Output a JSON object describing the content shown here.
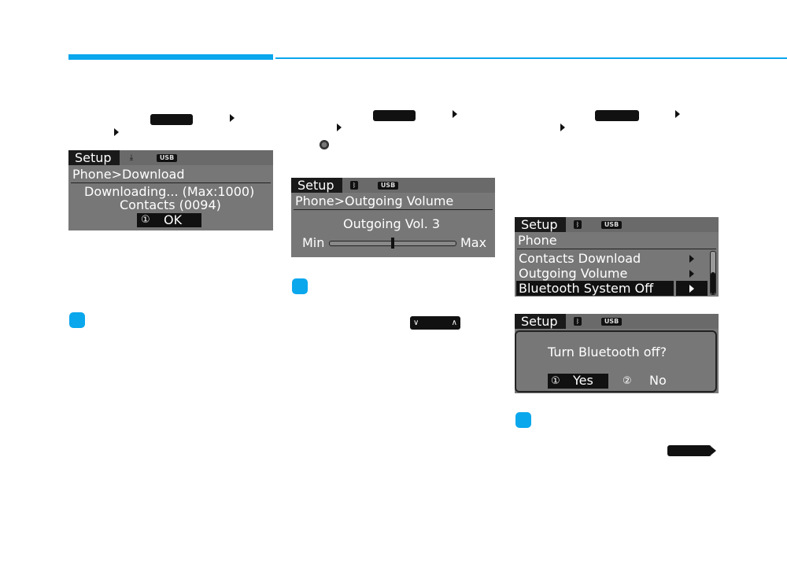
{
  "screen1": {
    "tab": "Setup",
    "usb": "USB",
    "path": "Phone>Download",
    "line1": "Downloading... (Max:1000)",
    "line2": "Contacts (0094)",
    "ok_num": "①",
    "ok_label": "OK"
  },
  "screen2": {
    "tab": "Setup",
    "usb": "USB",
    "path": "Phone>Outgoing Volume",
    "vol_label": "Outgoing Vol. 3",
    "min": "Min",
    "max": "Max",
    "level_fraction": 0.5
  },
  "screen3": {
    "tab": "Setup",
    "usb": "USB",
    "path": "Phone",
    "items": [
      "Contacts Download",
      "Outgoing Volume",
      "Bluetooth System Off"
    ]
  },
  "screen4": {
    "tab": "Setup",
    "usb": "USB",
    "question": "Turn Bluetooth off?",
    "yes_num": "①",
    "yes_label": "Yes",
    "no_num": "②",
    "no_label": "No"
  },
  "updown": {
    "down": "∨",
    "up": "∧"
  },
  "colors": {
    "accent": "#0aa7ec",
    "screen_bg": "#777777"
  }
}
